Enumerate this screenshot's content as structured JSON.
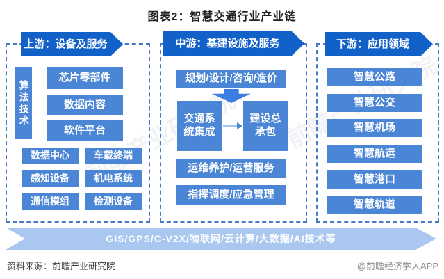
{
  "title": "图表2：智慧交通行业产业链",
  "columns": {
    "upstream": {
      "header": "上游：设备及服务",
      "vertical_box": "算法技术",
      "service_boxes": [
        "芯片零部件",
        "数据内容",
        "软件平台"
      ],
      "device_boxes": [
        "数据中心",
        "车载终端",
        "感知设备",
        "机电系统",
        "通信模组",
        "检测设备"
      ]
    },
    "midstream": {
      "header": "中游：基建设施及服务",
      "top_box": "规划/设计/咨询/造价",
      "integration_box": "交通系统集成",
      "contracting_box": "建设总承包",
      "ops_box": "运维养护/运营服务",
      "dispatch_box": "指挥调度/应急管理"
    },
    "downstream": {
      "header": "下游：应用领域",
      "boxes": [
        "智慧公路",
        "智慧公交",
        "智慧机场",
        "智慧航运",
        "智慧港口",
        "智慧轨道"
      ]
    }
  },
  "banner": "GIS/GPS/C-V2X/物联网/云计算/大数据/AI技术等",
  "footer": {
    "source": "资料来源：前瞻产业研究院",
    "credit": "@前瞻经济学人APP"
  },
  "watermark": "前瞻产业研究院",
  "colors": {
    "header_blue": "#1261c9",
    "box_blue": "#4a85d6",
    "arrow_blue": "#3b7de0",
    "banner_blue": "#a9c7ef",
    "dashed_border_blue": "#4878c8"
  }
}
